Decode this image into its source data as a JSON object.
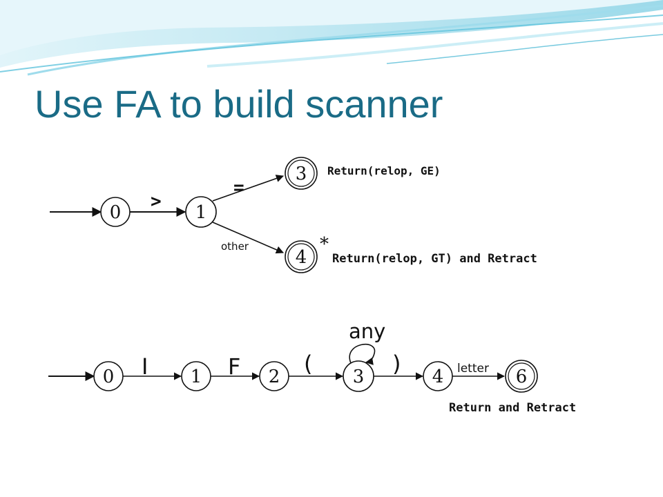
{
  "slide": {
    "title": "Use FA to build  scanner",
    "accent_color": "#1a6b86",
    "banner_colors": [
      "#bfe6f2",
      "#7ccfe4",
      "#3fb3d1"
    ]
  },
  "diagram1": {
    "states": [
      "0",
      "1",
      "3",
      "4"
    ],
    "final_states": [
      "3",
      "4"
    ],
    "edge_labels": {
      "0-1": ">",
      "1-3": "=",
      "1-4": "other"
    },
    "star": "*",
    "actions": {
      "ge": "Return(relop, GE)",
      "gt": "Return(relop, GT) and Retract"
    }
  },
  "diagram2": {
    "states": [
      "0",
      "1",
      "2",
      "3",
      "4",
      "6"
    ],
    "final_states": [
      "6"
    ],
    "edge_labels": {
      "0-1": "I",
      "1-2": "F",
      "2-3": "(",
      "3-3": "any",
      "3-4": ")",
      "4-6": "letter"
    },
    "action": "Return and Retract"
  }
}
